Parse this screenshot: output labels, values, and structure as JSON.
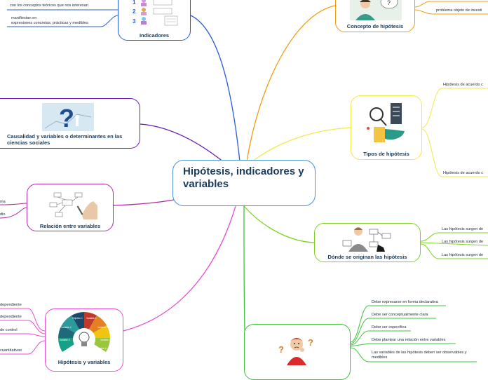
{
  "central": {
    "title": "Hipótesis, indicadores y variables"
  },
  "topics": {
    "indicadores": "Indicadores",
    "concepto": "Concepto de hipótesis",
    "causalidad": "Causalidad y variables o determinantes en las ciencias sociales",
    "tipos": "Tipos de hipótesis",
    "relacion": "Relación entre variables",
    "donde": "Dónde se originan las hipótesis",
    "hipvar": "Hipótesis y variables"
  },
  "leaves": {
    "ind_1": "con los conceptos teóricos que nos interesan",
    "ind_2": "manifiestan en",
    "ind_3": "expresiones concretas, prácticas y medibles",
    "con_1": "problema objeto de investi",
    "tip_1": "Hipótesis de acuerdo c",
    "tip_2": "Hipótesis de acuerdo c",
    "rel_1": "ma",
    "rel_2": "dio",
    "don_1": "Las hipótesis surgen de",
    "don_2": "Las hipótesis surgen de",
    "don_3": "Las hipótesis surgen de",
    "hv_1": "dependiente",
    "hv_2": "dependiente",
    "hv_3": "de control",
    "hv_4": "cuantitativas",
    "car_1": "Debe expresarse en forma declarativa",
    "car_2": "Debe ser conceptualmente clara",
    "car_3": "Debe ser específica",
    "car_4": "Debe plantear una relación entre variables",
    "car_5": "Las variables de las hipótesis deben ser observables y",
    "car_6": "medibles"
  },
  "colors": {
    "indicadores": "#2a5bd7",
    "concepto": "#f39c12",
    "causalidad": "#6a1bb5",
    "tipos": "#f1e94a",
    "relacion": "#b02aa0",
    "donde": "#7ed321",
    "hipvar": "#e94cd1",
    "caracteristicas": "#3cc43c"
  },
  "icons": {
    "indicadores": "people-with-numbers-icon",
    "concepto": "thinking-person-icon",
    "causalidad": "question-mark-figure-icon",
    "tipos": "magnifier-documents-icon",
    "relacion": "hand-drawing-diagram-icon",
    "donde": "woman-drawing-chart-icon",
    "hipvar": "lightbulb-wheel-icon",
    "caracteristicas": "confused-man-icon"
  },
  "hipvar_wheel": [
    "Objetivo 1",
    "Variable 1",
    "Variable 2",
    "Variable 3",
    "Variable 4",
    "Variable 5",
    "Variable 6"
  ]
}
